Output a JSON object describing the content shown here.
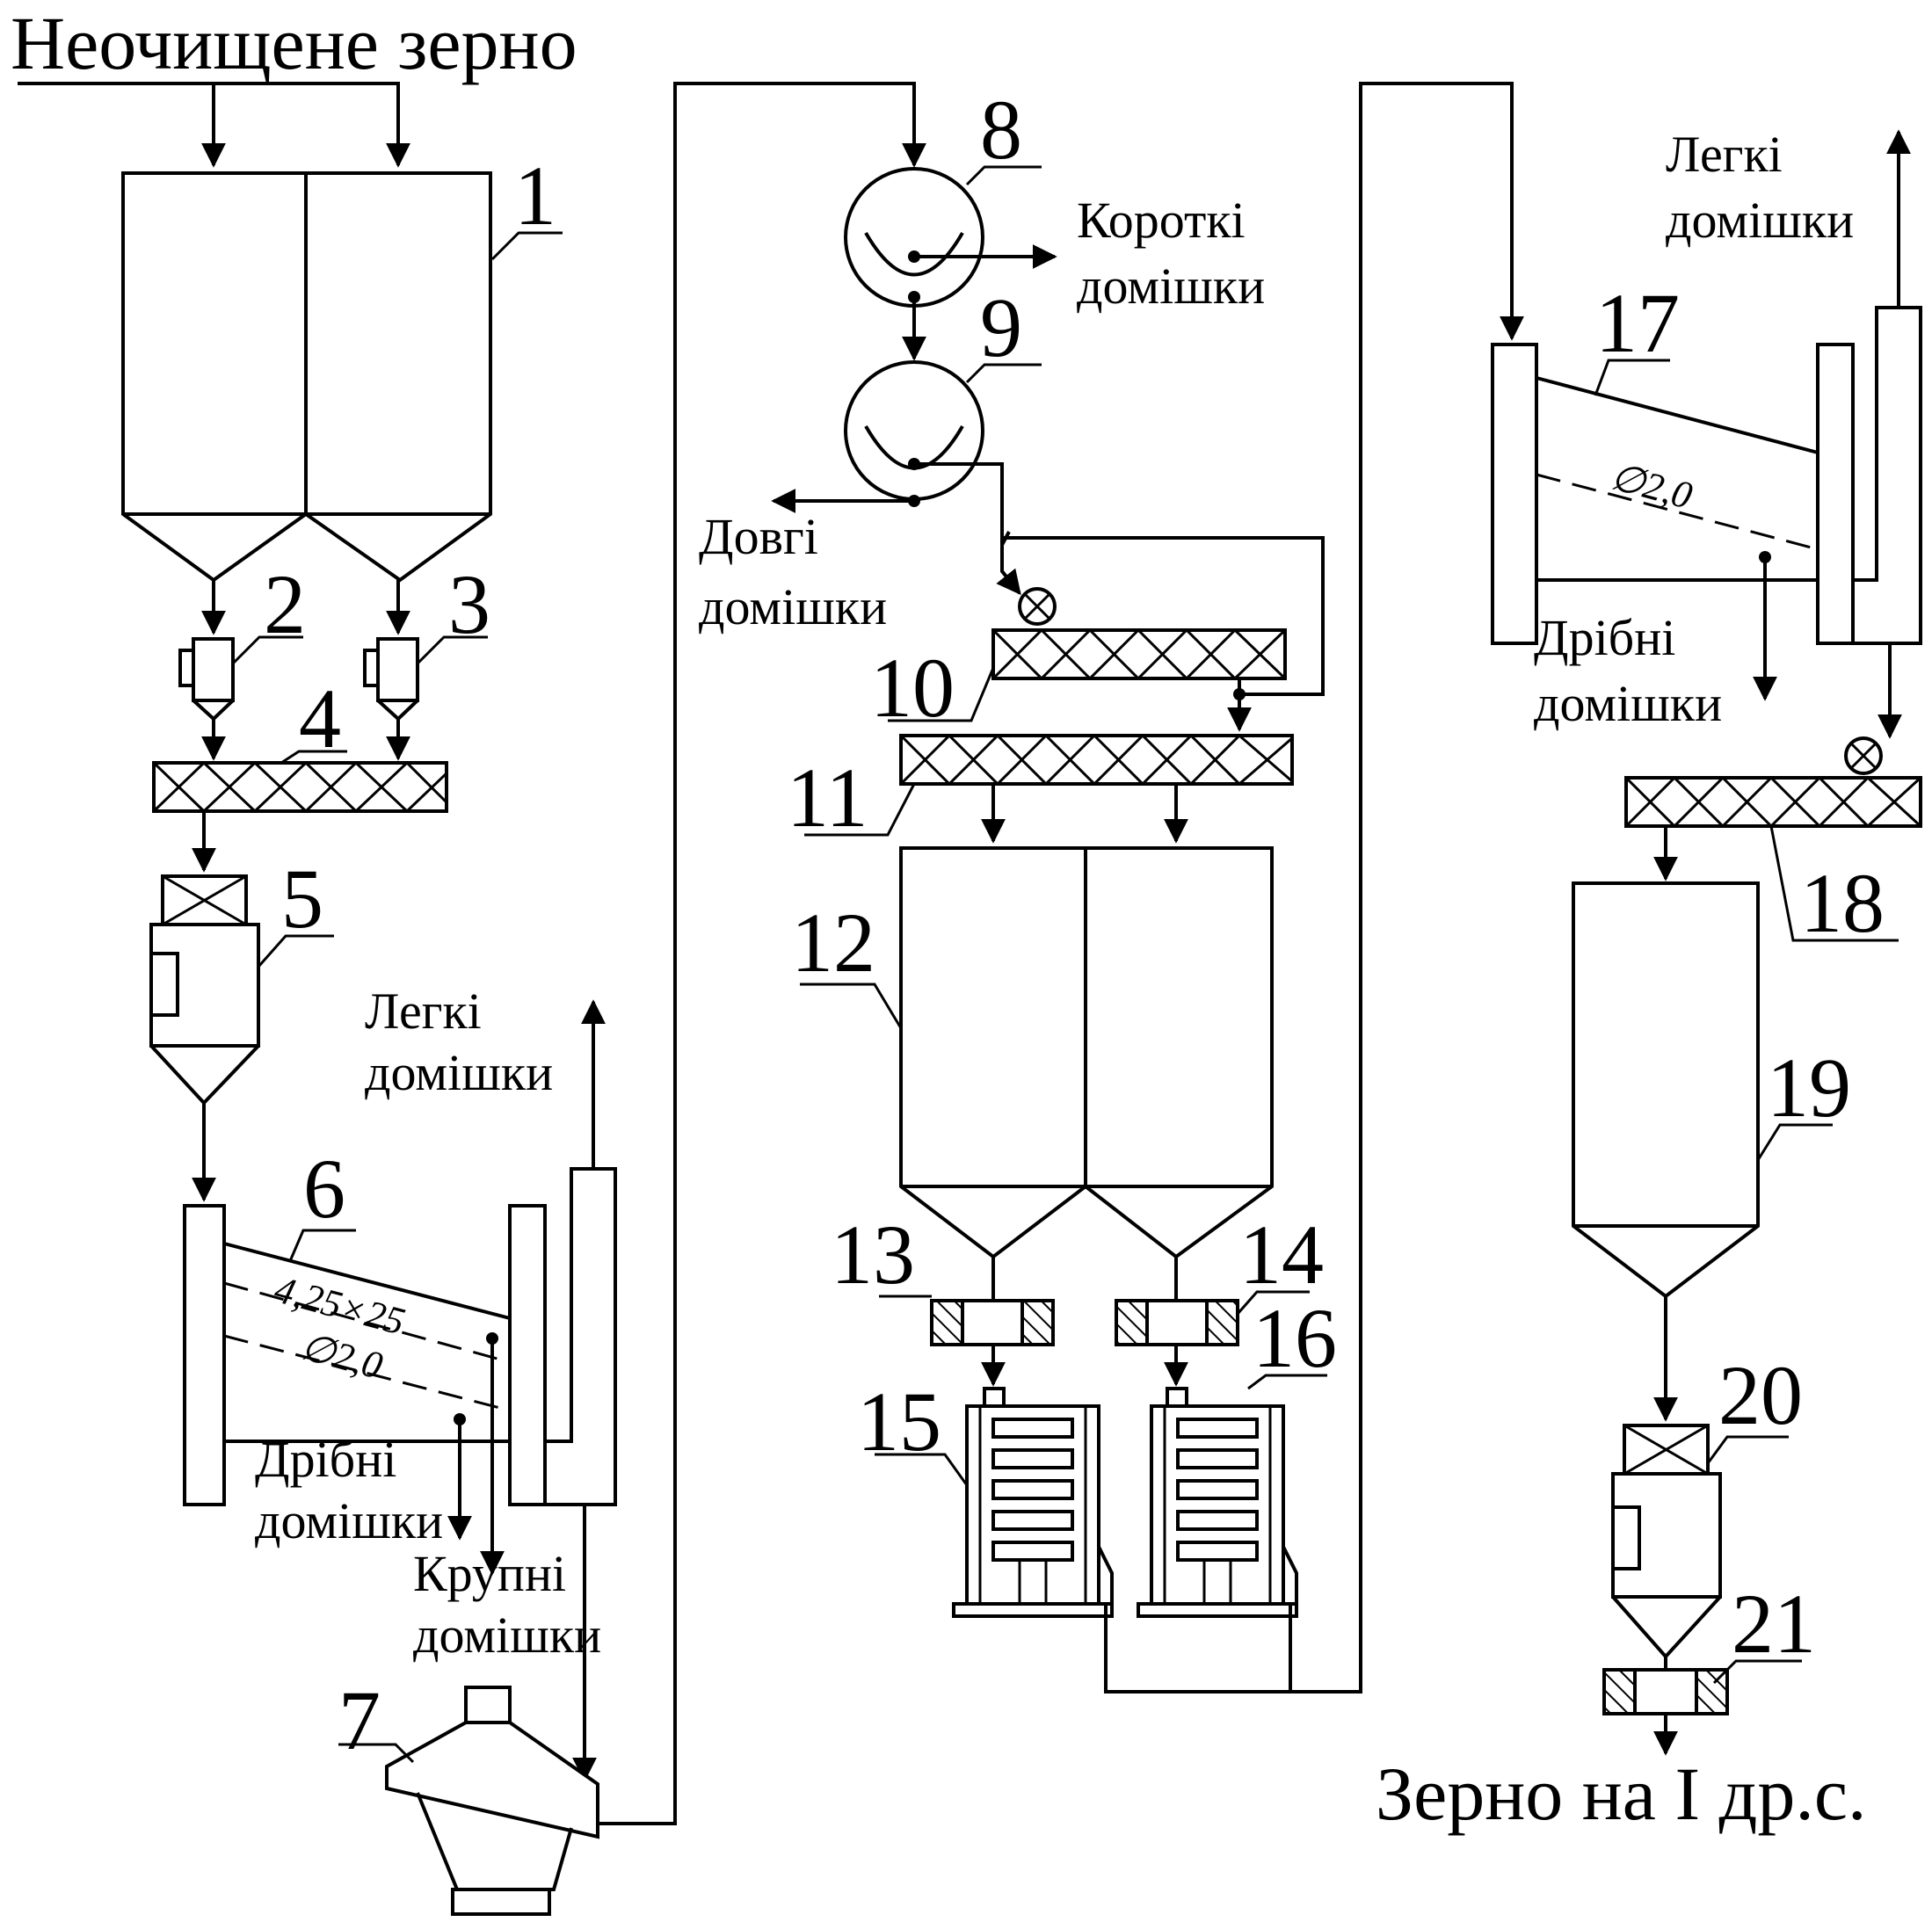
{
  "diagram": {
    "input_label": "Неочищене зерно",
    "output_label": "Зерно на I др.с.",
    "impurities": {
      "light_a": [
        "Легкі",
        "домішки"
      ],
      "light_b": [
        "Легкі",
        "домішки"
      ],
      "short": [
        "Короткі",
        "домішки"
      ],
      "long": [
        "Довгі",
        "домішки"
      ],
      "fine_a": [
        "Дрібні",
        "домішки"
      ],
      "fine_b": [
        "Дрібні",
        "домішки"
      ],
      "coarse": [
        "Крупні",
        "домішки"
      ]
    },
    "sieve_labels": {
      "s6_slot": "4,25×25",
      "s6_round": "∅2,0",
      "s17_round": "∅2,0"
    },
    "numbers": [
      "1",
      "2",
      "3",
      "4",
      "5",
      "6",
      "7",
      "8",
      "9",
      "10",
      "11",
      "12",
      "13",
      "14",
      "15",
      "16",
      "17",
      "18",
      "19",
      "20",
      "21"
    ]
  }
}
